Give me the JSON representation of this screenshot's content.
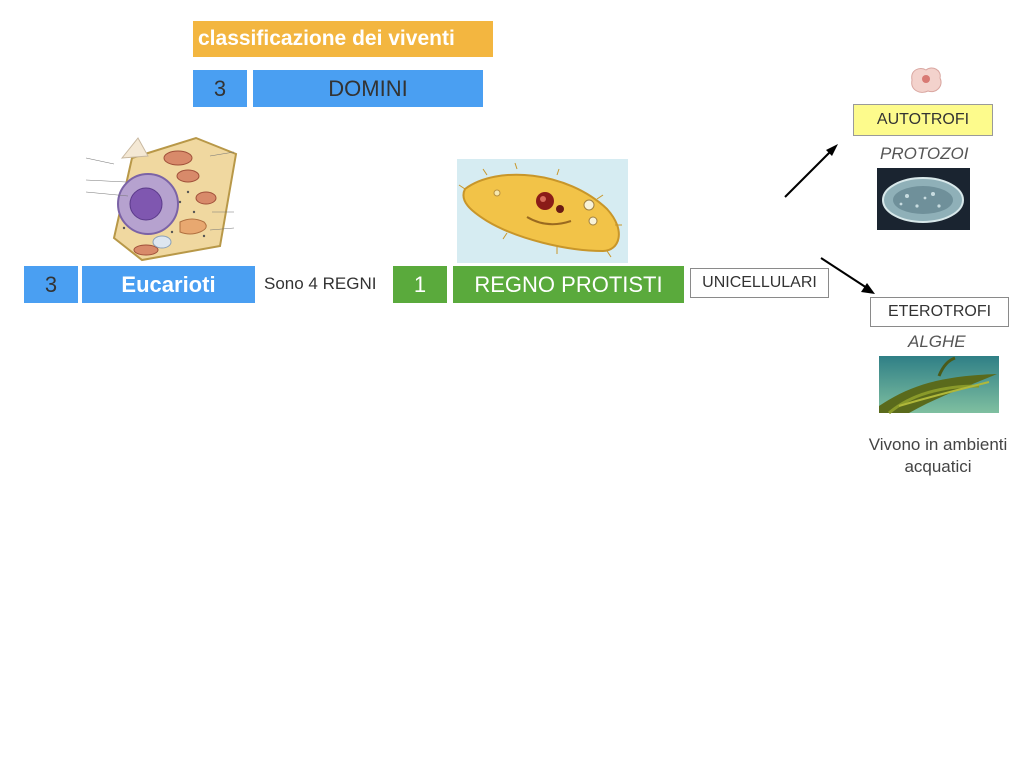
{
  "title": "classificazione dei viventi",
  "domains": {
    "number": "3",
    "label": "DOMINI"
  },
  "eukaryotes": {
    "number": "3",
    "label": "Eucarioti"
  },
  "kingdoms_note": "Sono 4 REGNI",
  "kingdom": {
    "number": "1",
    "label": "REGNO PROTISTI"
  },
  "unicellular": "UNICELLULARI",
  "autotrophs": {
    "label": "AUTOTROFI",
    "example": "PROTOZOI"
  },
  "heterotrophs": {
    "label": "ETEROTROFI",
    "example": "ALGHE"
  },
  "habitat_note": "Vivono in ambienti acquatici",
  "colors": {
    "title_bg": "#f3b640",
    "blue": "#4a9ff2",
    "green": "#5aaa3c",
    "autotrophs_bg": "#fdfb8c"
  }
}
